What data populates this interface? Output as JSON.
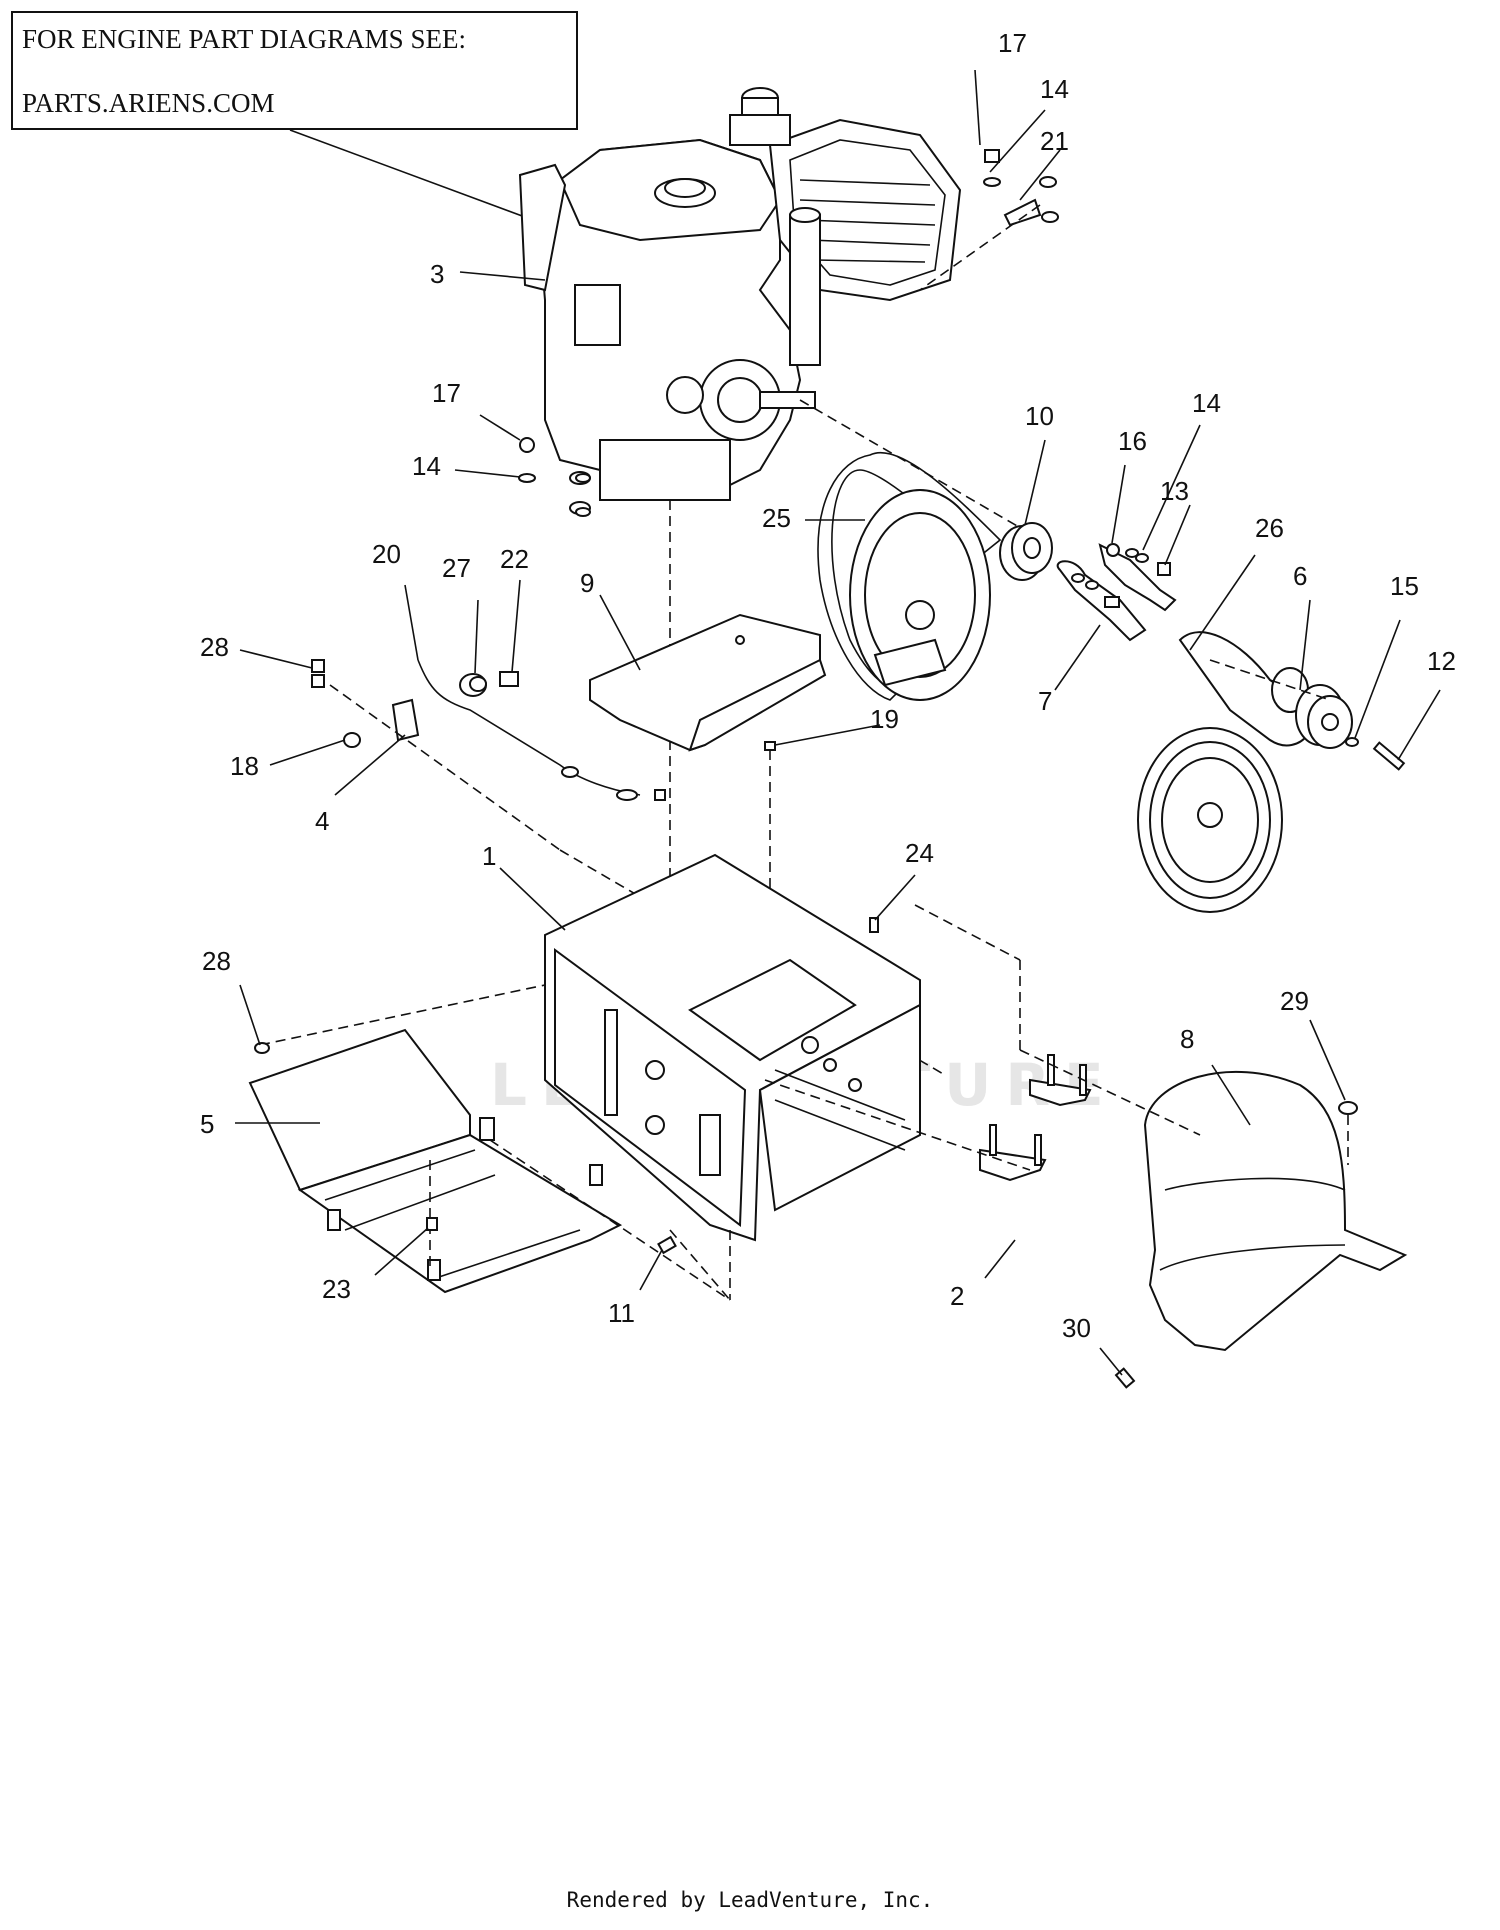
{
  "note": {
    "line1": "FOR ENGINE PART DIAGRAMS SEE:",
    "line2": "PARTS.ARIENS.COM"
  },
  "watermark": "LEADVENTURE",
  "footer": "Rendered by LeadVenture, Inc.",
  "callouts": [
    "1",
    "2",
    "3",
    "4",
    "5",
    "6",
    "7",
    "8",
    "9",
    "10",
    "11",
    "12",
    "13",
    "14",
    "14",
    "14",
    "15",
    "16",
    "17",
    "17",
    "18",
    "19",
    "20",
    "21",
    "22",
    "23",
    "24",
    "25",
    "26",
    "27",
    "28",
    "28",
    "29",
    "30"
  ]
}
